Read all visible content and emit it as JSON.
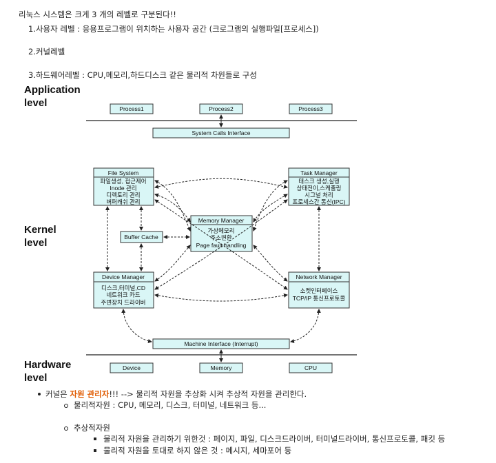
{
  "intro": {
    "heading": "리눅스 시스템은 크게 3 개의 레벨로 구분된다!!",
    "item1": "1.사용자 레벨 : 응용프로그램이 위치하는 사용자 공간 (크로그램의 실행파일[프로세스])",
    "item2": "2.커널레벨",
    "item3": "3.하드웨어레벨 : CPU,메모리,하드디스크 같은 물리적 차원들로 구성"
  },
  "diagram": {
    "level_application_1": "Application",
    "level_application_2": "level",
    "level_kernel_1": "Kernel",
    "level_kernel_2": "level",
    "level_hardware_1": "Hardware",
    "level_hardware_2": "level",
    "process1": "Process1",
    "process2": "Process2",
    "process3": "Process3",
    "syscalls": "System Calls Interface",
    "fs_title": "File System",
    "fs_l1": "파일생성, 접근제어",
    "fs_l2": "Inode 관리",
    "fs_l3": "디렉토리 관리",
    "fs_l4": "버퍼캐쉬 관리",
    "tm_title": "Task Manager",
    "tm_l1": "태스크 생성,실행",
    "tm_l2": "상태전이,스케줄링",
    "tm_l3": "시그널 처리",
    "tm_l4": "프로세스간 통신(IPC)",
    "buffer_cache": "Buffer Cache",
    "mm_title": "Memory Manager",
    "mm_l1": "가상메모리",
    "mm_l2": "주소변환",
    "mm_l3": "Page fault handling",
    "dm_title": "Device Manager",
    "dm_l1": "디스크,터미널,CD",
    "dm_l2": "네트워크 카드",
    "dm_l3": "주변장치 드라이버",
    "nm_title": "Network Manager",
    "nm_l1": "소켓인터페이스",
    "nm_l2": "TCP/IP 통신프로토콜",
    "machine_if": "Machine Interface (Interrupt)",
    "hw_device": "Device",
    "hw_memory": "Memory",
    "hw_cpu": "CPU"
  },
  "notes": {
    "b1_prefix": "커널은 ",
    "b1_highlight": "자원 관리자",
    "b1_suffix": "!!! --> 물리적 자원을 추상화 시켜 추상적 자원을 관리한다.",
    "sub1": "물리적자원 : CPU, 메모리, 디스크, 터미널, 네트워크 등...",
    "sub2": "추상적자원",
    "sub2a": "물리적 자원을 관리하기 위한것 : 페이지, 파일, 디스크드라이버, 터미널드라이버, 통신프로토콜, 패킷 등",
    "sub2b": "물리적 자원을 토대로 하지 않은 것 : 메시지, 세마포어 등"
  },
  "colors": {
    "box_fill": "#d9f6f6",
    "highlight": "#e05a00"
  }
}
